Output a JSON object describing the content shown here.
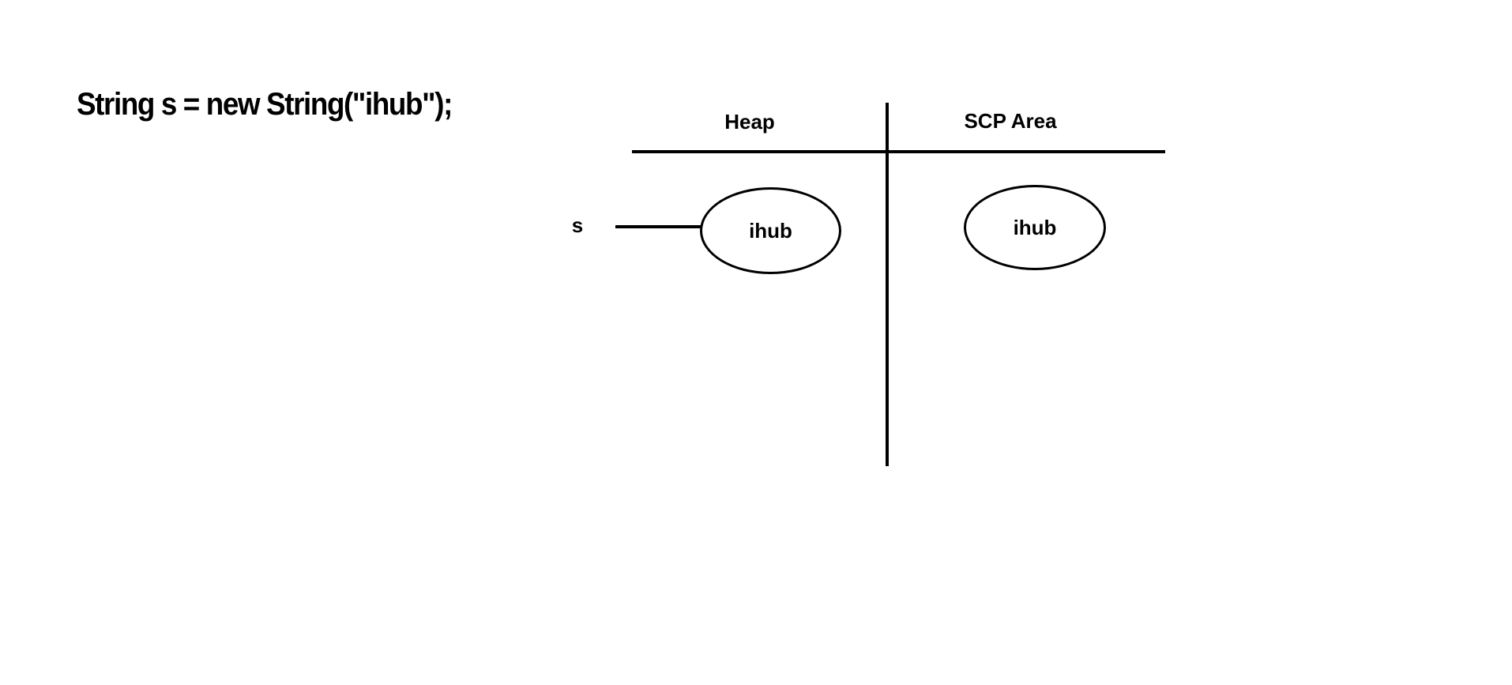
{
  "code": {
    "statement": "String s = new String(\"ihub\");"
  },
  "memory": {
    "heap_label": "Heap",
    "scp_label": "SCP Area"
  },
  "reference": {
    "variable": "s"
  },
  "heap_object": {
    "value": "ihub"
  },
  "scp_object": {
    "value": "ihub"
  }
}
